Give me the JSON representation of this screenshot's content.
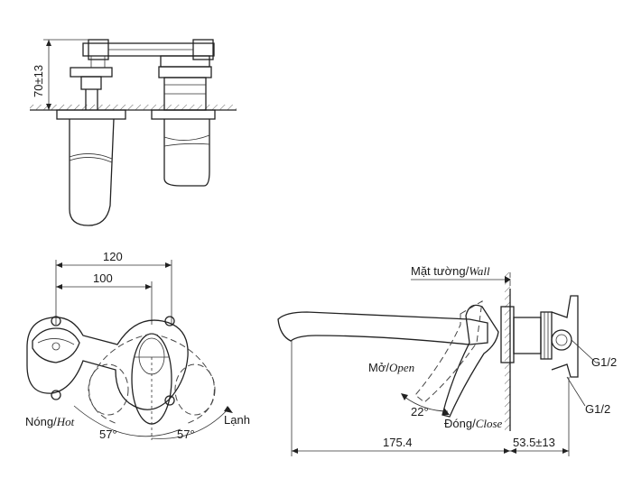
{
  "dimensions": {
    "height_top": "70±13",
    "width_120": "120",
    "width_100": "100",
    "angle_left": "57°",
    "angle_right": "57°",
    "angle_handle": "22°",
    "spout_length": "175.4",
    "wall_depth": "53.5±13"
  },
  "labels": {
    "hot_vi": "Nóng/",
    "hot_en": "Hot",
    "cold_vi": "Lạnh",
    "wall_vi": "Mặt tường/",
    "wall_en": "Wall",
    "open_vi": "Mở/",
    "open_en": "Open",
    "close_vi": "Đóng/",
    "close_en": "Close",
    "thread_1": "G1/2",
    "thread_2": "G1/2"
  }
}
